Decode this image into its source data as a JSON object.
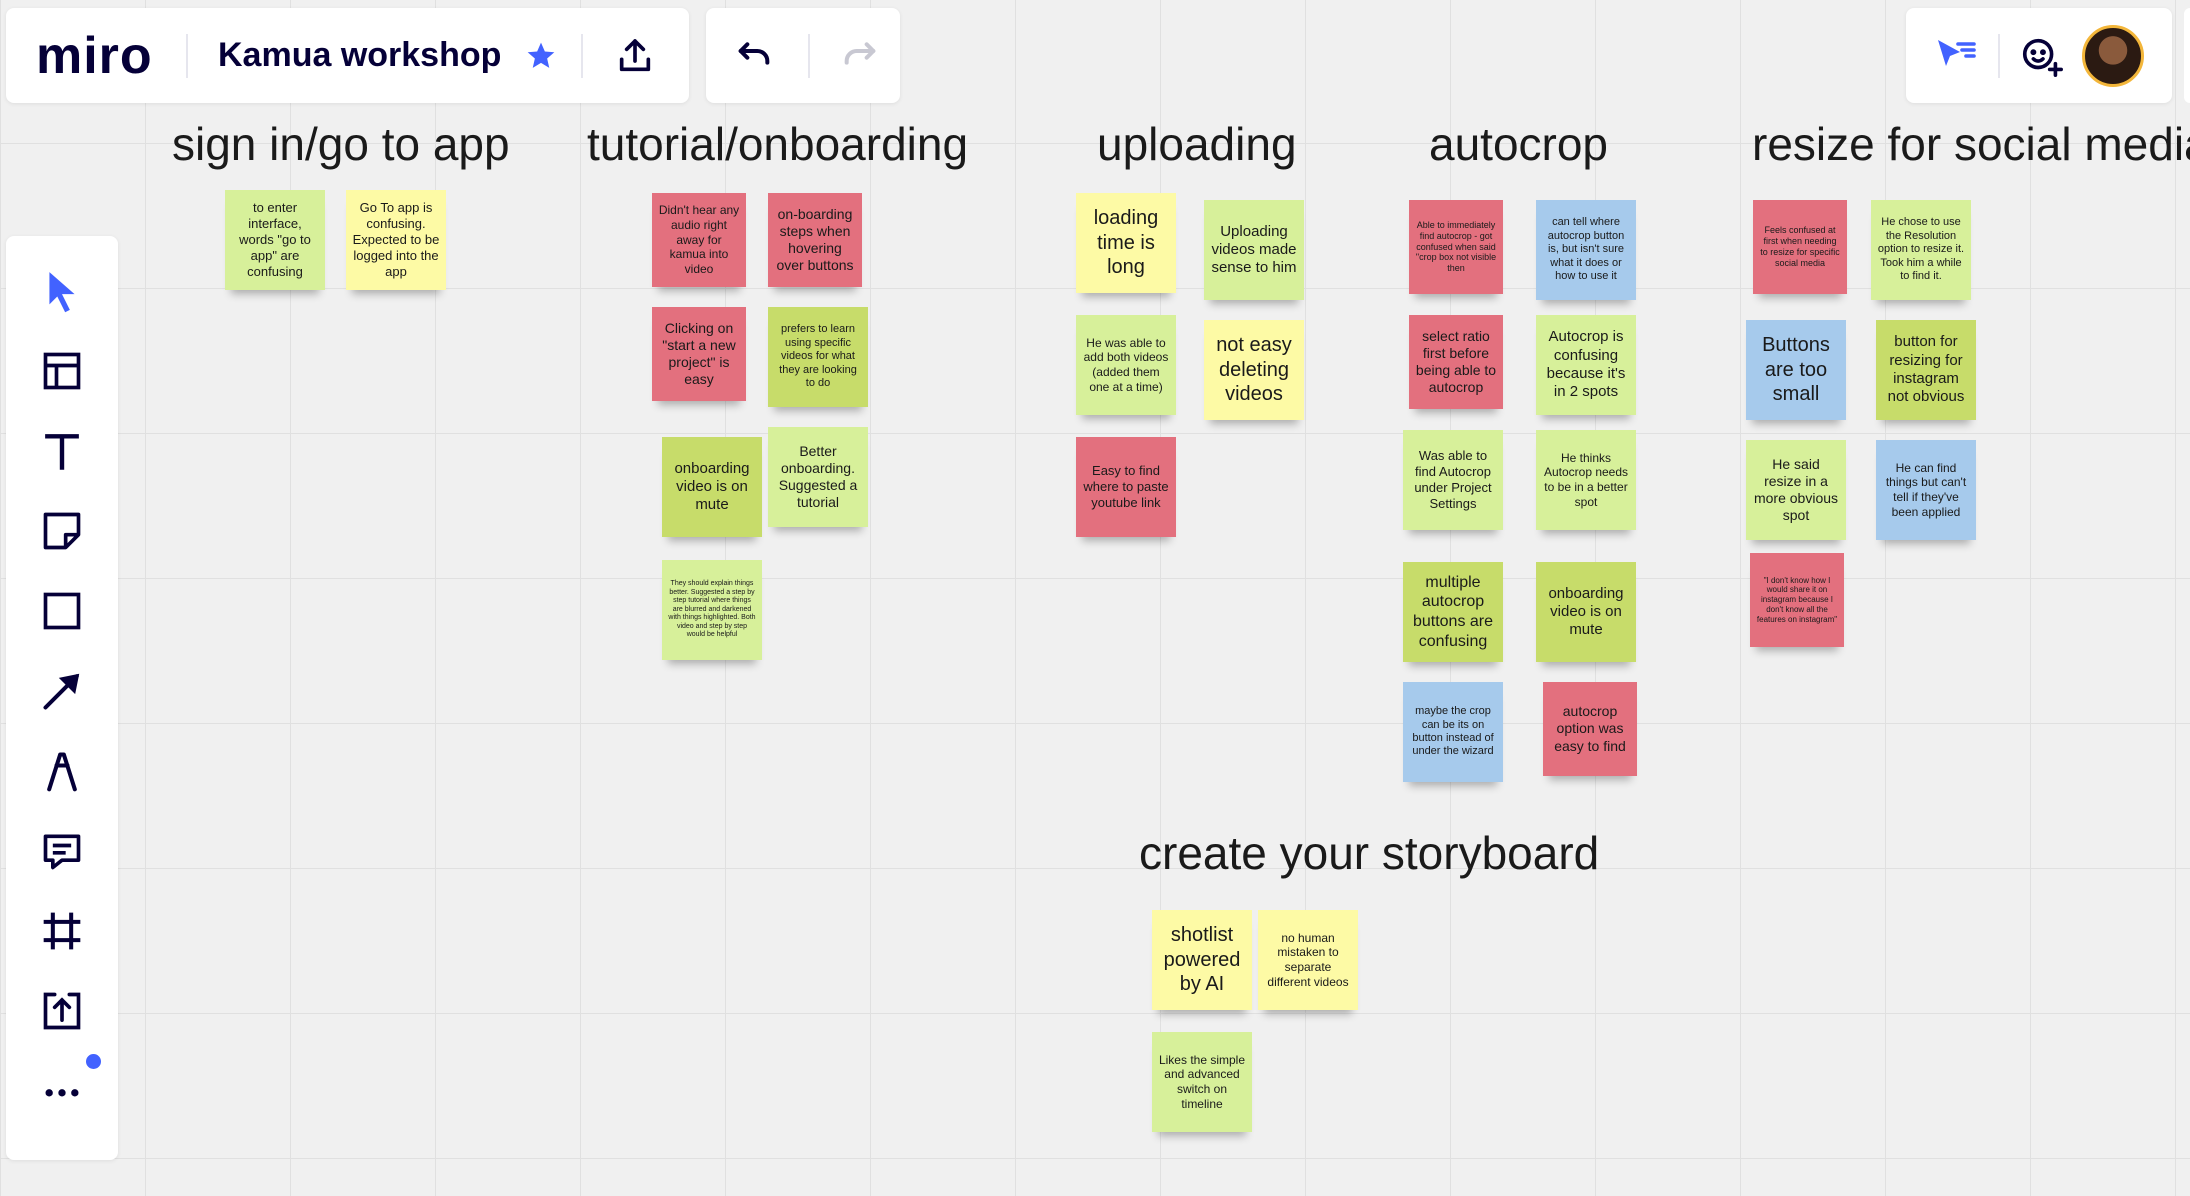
{
  "app": {
    "logo": "miro",
    "board_title": "Kamua workshop"
  },
  "toolbar": {
    "tools": [
      "select-icon",
      "templates-icon",
      "text-icon",
      "sticky-note-icon",
      "shape-icon",
      "arrow-icon",
      "pen-icon",
      "comment-icon",
      "frame-icon",
      "upload-icon",
      "more-icon"
    ]
  },
  "colors": {
    "accent": "#4262ff",
    "yellow": "#fdfaa5",
    "light_green": "#d7f09a",
    "green": "#c7dc6a",
    "red": "#e3707e",
    "blue": "#a6caec"
  },
  "headings": {
    "signin": "sign in/go to app",
    "tutorial": "tutorial/onboarding",
    "uploading": "uploading",
    "autocrop": "autocrop",
    "resize": "resize for social media",
    "storyboard": "create your storyboard"
  },
  "notes": {
    "s1": "to enter interface, words \"go to app\" are confusing",
    "s2": "Go To app is confusing. Expected to be logged into the app",
    "t1": "Didn't hear any audio right away for kamua into video",
    "t2": "on-boarding steps when hovering over buttons",
    "t3": "Clicking on \"start a new project\" is easy",
    "t4": "prefers to learn using specific videos for what they are looking to do",
    "t5": "onboarding video is on mute",
    "t6": "Better onboarding. Suggested a tutorial",
    "t7": "They should explain things better. Suggested a step by step tutorial where things are blurred and darkened with things highlighted. Both video and step by step would be helpful",
    "u1": "loading time is long",
    "u2": "Uploading videos made sense to him",
    "u3": "He was able to add both videos (added them one at a time)",
    "u4": "not easy deleting videos",
    "u5": "Easy to find where to paste youtube link",
    "a1": "Able to immediately find autocrop - got confused when said \"crop box not visible then",
    "a2": "can tell where autocrop button is, but isn't sure what it does or how to use it",
    "a3": "select ratio first before being able to autocrop",
    "a4": "Autocrop is confusing because it's in 2 spots",
    "a5": "Was able to find Autocrop under Project Settings",
    "a6": "He thinks Autocrop needs to be in a better spot",
    "a7": "multiple autocrop buttons are confusing",
    "a8": "onboarding video is on mute",
    "a9": "maybe the crop can be its on button instead of under the wizard",
    "a10": "autocrop option was easy to find",
    "r1": "Feels confused at first when needing to resize for specific social media",
    "r2": "He chose to use the Resolution option to resize it. Took him a while to find it.",
    "r3": "Buttons are too small",
    "r4": "button for resizing for instagram not obvious",
    "r5": "He said resize in a more obvious spot",
    "r6": "He can find things but can't tell if they've been applied",
    "r7": "\"I don't know how I would share it on instagram because I don't know all the features on instagram\"",
    "c1": "shotlist powered by AI",
    "c2": "no human mistaken to separate different videos",
    "c3": "Likes the simple and advanced switch on timeline"
  }
}
